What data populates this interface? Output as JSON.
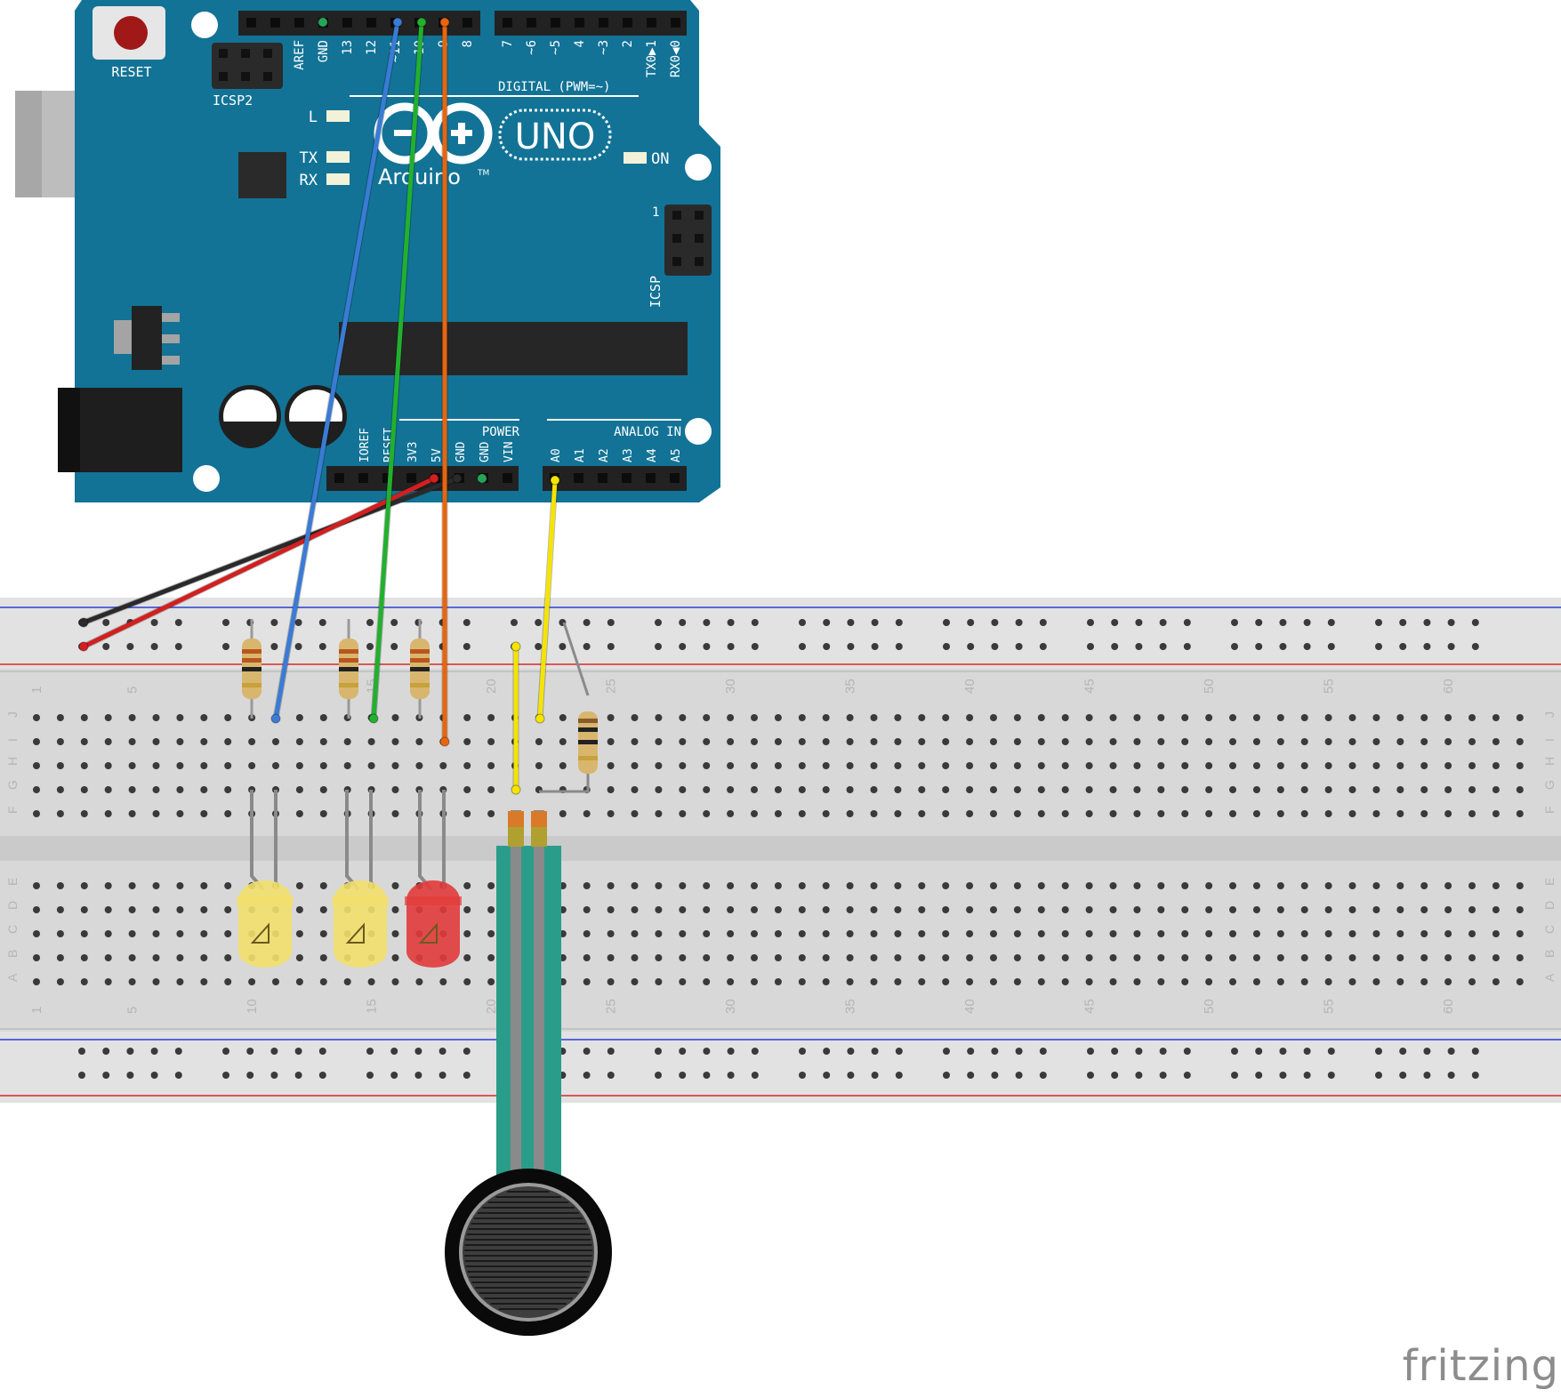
{
  "board": {
    "reset_label": "RESET",
    "icsp2_label": "ICSP2",
    "icsp_label": "ICSP",
    "icsp_pin1": "1",
    "aref": "AREF",
    "gnd": "GND",
    "digital_label": "DIGITAL (PWM=~)",
    "digital_pins_left": [
      "13",
      "12",
      "~11",
      "~10",
      "~9",
      "8"
    ],
    "digital_pins_right": [
      "7",
      "~6",
      "~5",
      "4",
      "~3",
      "2",
      "TX0▶1",
      "RX0◀0"
    ],
    "led_l": "L",
    "led_tx": "TX",
    "led_rx": "RX",
    "led_on": "ON",
    "logo_text": "UNO",
    "brand_text": "Arduino",
    "tm": "TM",
    "power_label": "POWER",
    "power_pins": [
      "IOREF",
      "RESET",
      "3V3",
      "5V",
      "GND",
      "GND",
      "VIN"
    ],
    "analog_label": "ANALOG IN",
    "analog_pins": [
      "A0",
      "A1",
      "A2",
      "A3",
      "A4",
      "A5"
    ]
  },
  "breadboard": {
    "row_labels_top": [
      "J",
      "I",
      "H",
      "G",
      "F"
    ],
    "row_labels_bottom": [
      "E",
      "D",
      "C",
      "B",
      "A"
    ],
    "column_numbers": [
      "1",
      "5",
      "10",
      "15",
      "20",
      "25",
      "30",
      "35",
      "40",
      "45",
      "50",
      "55",
      "60"
    ]
  },
  "components": {
    "led_colors": [
      "#f2e06b",
      "#f2e06b",
      "#e23b3b"
    ],
    "wire_colors": {
      "blue": "#3a7bd5",
      "green": "#22b02e",
      "orange": "#e8650f",
      "yellow": "#f5e400",
      "red": "#d21f1f",
      "black": "#2a2a2a"
    }
  },
  "watermark": "fritzing"
}
